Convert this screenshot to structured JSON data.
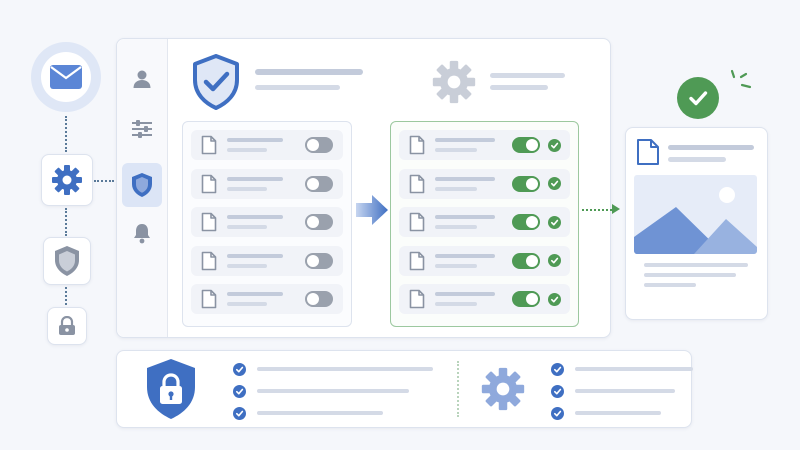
{
  "colors": {
    "accent_blue": "#3f6fc2",
    "light_blue": "#8fa9dc",
    "gray_icon": "#8a93a3",
    "green": "#4f9a55",
    "green_border": "#9cc89f",
    "panel_bg": "#ffffff",
    "bg": "#f5f7fb"
  },
  "icons": {
    "left_chain": [
      "envelope-icon",
      "gear-icon",
      "shield-icon",
      "lock-icon"
    ],
    "sidebar": [
      "user-icon",
      "sliders-icon",
      "shield-icon",
      "bell-icon"
    ],
    "header": [
      "shield-check-icon",
      "gear-icon"
    ],
    "rows": "document-icon",
    "transition": "arrow-right-icon",
    "result": [
      "check-circle-icon",
      "document-icon",
      "image-icon"
    ],
    "bottom": [
      "shield-lock-icon",
      "gear-icon"
    ]
  },
  "diagram": {
    "source_items": [
      {
        "toggle": "off"
      },
      {
        "toggle": "off"
      },
      {
        "toggle": "off"
      },
      {
        "toggle": "off"
      },
      {
        "toggle": "off"
      }
    ],
    "secured_items": [
      {
        "toggle": "on",
        "checked": true
      },
      {
        "toggle": "on",
        "checked": true
      },
      {
        "toggle": "on",
        "checked": true
      },
      {
        "toggle": "on",
        "checked": true
      },
      {
        "toggle": "on",
        "checked": true
      }
    ],
    "bottom_left_checks": 3,
    "bottom_right_checks": 3
  }
}
